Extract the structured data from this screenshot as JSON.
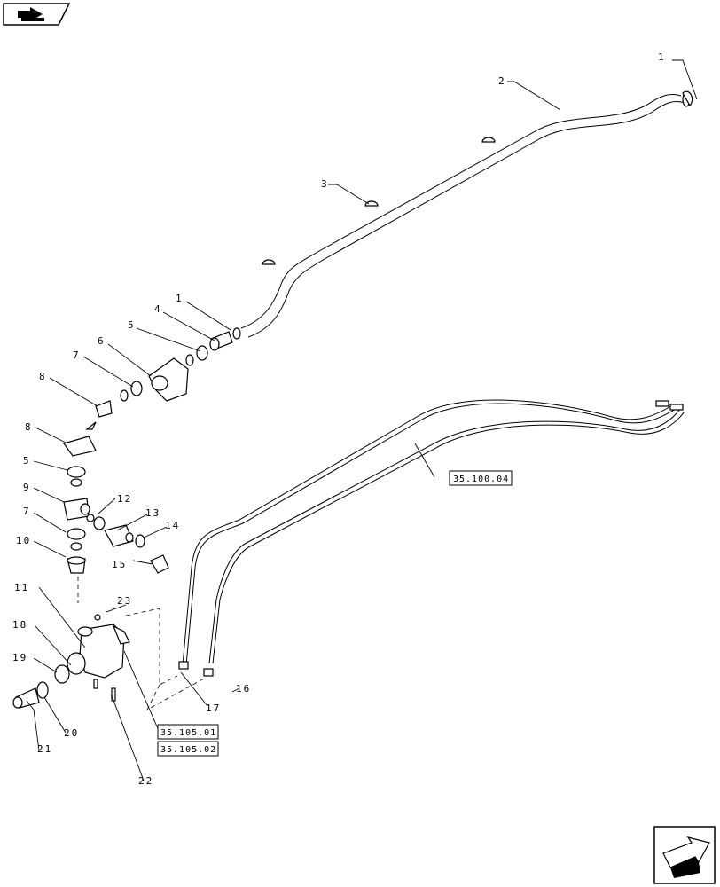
{
  "callouts": {
    "c1_top": "1",
    "c2": "2",
    "c3": "3",
    "c1_mid": "1",
    "c4": "4",
    "c5_upper": "5",
    "c6": "6",
    "c7_upper": "7",
    "c8_upper": "8",
    "c8_lower": "8",
    "c5_lower": "5",
    "c9": "9",
    "c7_lower": "7",
    "c10": "10",
    "c12": "12",
    "c13": "13",
    "c14": "14",
    "c15": "15",
    "c11": "11",
    "c18": "18",
    "c19": "19",
    "c21": "21",
    "c20": "20",
    "c22": "22",
    "c23": "23",
    "c17": "17",
    "c16": "16"
  },
  "references": {
    "ref_hose": "35.100.04",
    "ref_pump_a": "35.105.01",
    "ref_pump_b": "35.105.02"
  },
  "icons": {
    "top_left": "book-arrow-icon",
    "bottom_right": "next-page-arrow-icon"
  }
}
